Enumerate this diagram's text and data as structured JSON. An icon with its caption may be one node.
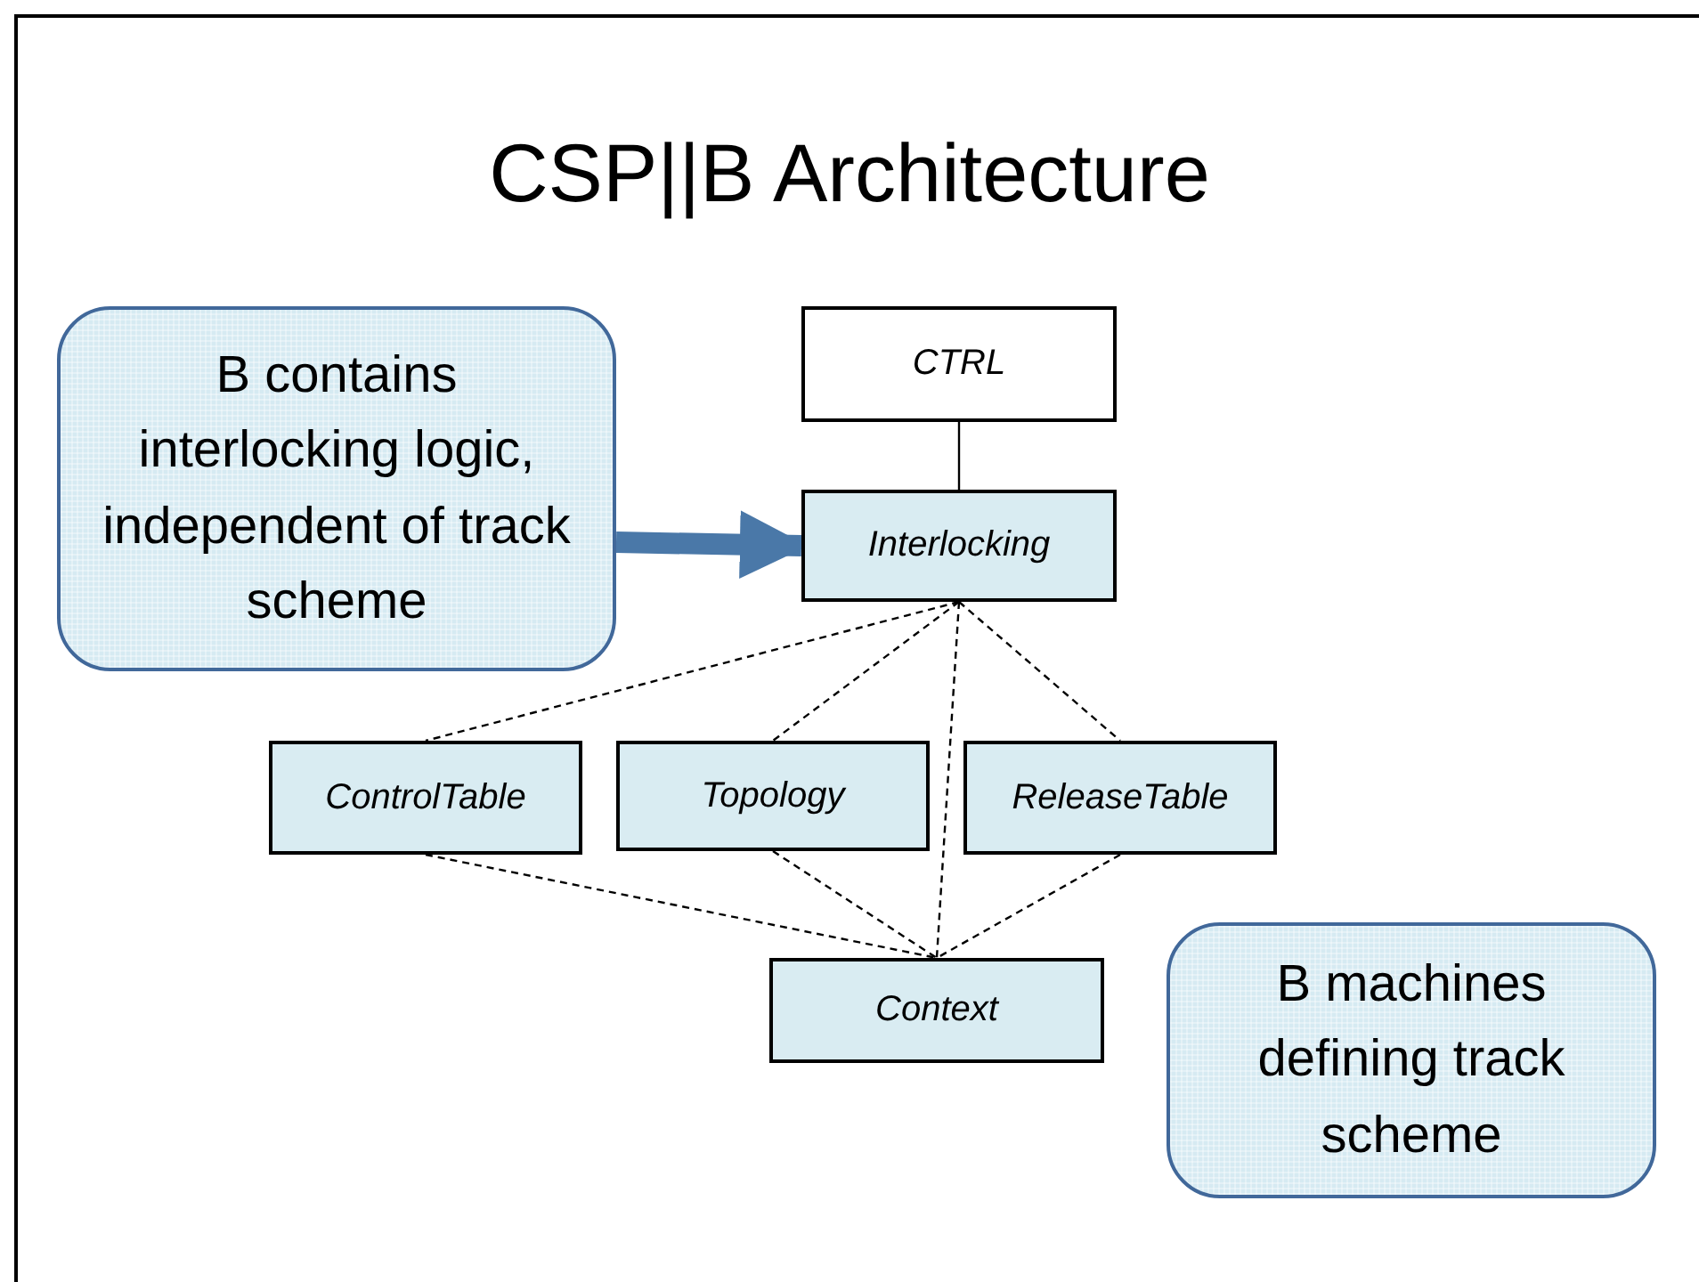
{
  "diagram": {
    "title": "CSP||B Architecture",
    "nodes": [
      {
        "text": [
          "B contains interlocking logic, independent of track scheme"
        ]
      },
      {
        "text": [
          "CTRL"
        ]
      },
      {
        "text": [
          "Interlocking"
        ]
      },
      {
        "text": [
          "ControlTable"
        ]
      },
      {
        "text": [
          "Topology"
        ]
      },
      {
        "text": [
          "ReleaseTable"
        ]
      },
      {
        "text": [
          "Context"
        ]
      },
      {
        "text": [
          "B machines defining track scheme"
        ]
      }
    ],
    "edges": [
      {
        "from": 0,
        "to": 2,
        "arrow": "to",
        "style": "thick",
        "color": "#4a78a8"
      },
      {
        "from": 1,
        "to": 2,
        "arrow": "none"
      },
      {
        "from": 2,
        "to": 3,
        "arrow": "none",
        "style": "dashed"
      },
      {
        "from": 2,
        "to": 4,
        "arrow": "none",
        "style": "dashed"
      },
      {
        "from": 2,
        "to": 6,
        "arrow": "none",
        "style": "dashed"
      },
      {
        "from": 2,
        "to": 5,
        "arrow": "none",
        "style": "dashed"
      },
      {
        "from": 3,
        "to": 6,
        "arrow": "none",
        "style": "dashed"
      },
      {
        "from": 4,
        "to": 6,
        "arrow": "none",
        "style": "dashed"
      },
      {
        "from": 5,
        "to": 6,
        "arrow": "none",
        "style": "dashed"
      }
    ]
  }
}
